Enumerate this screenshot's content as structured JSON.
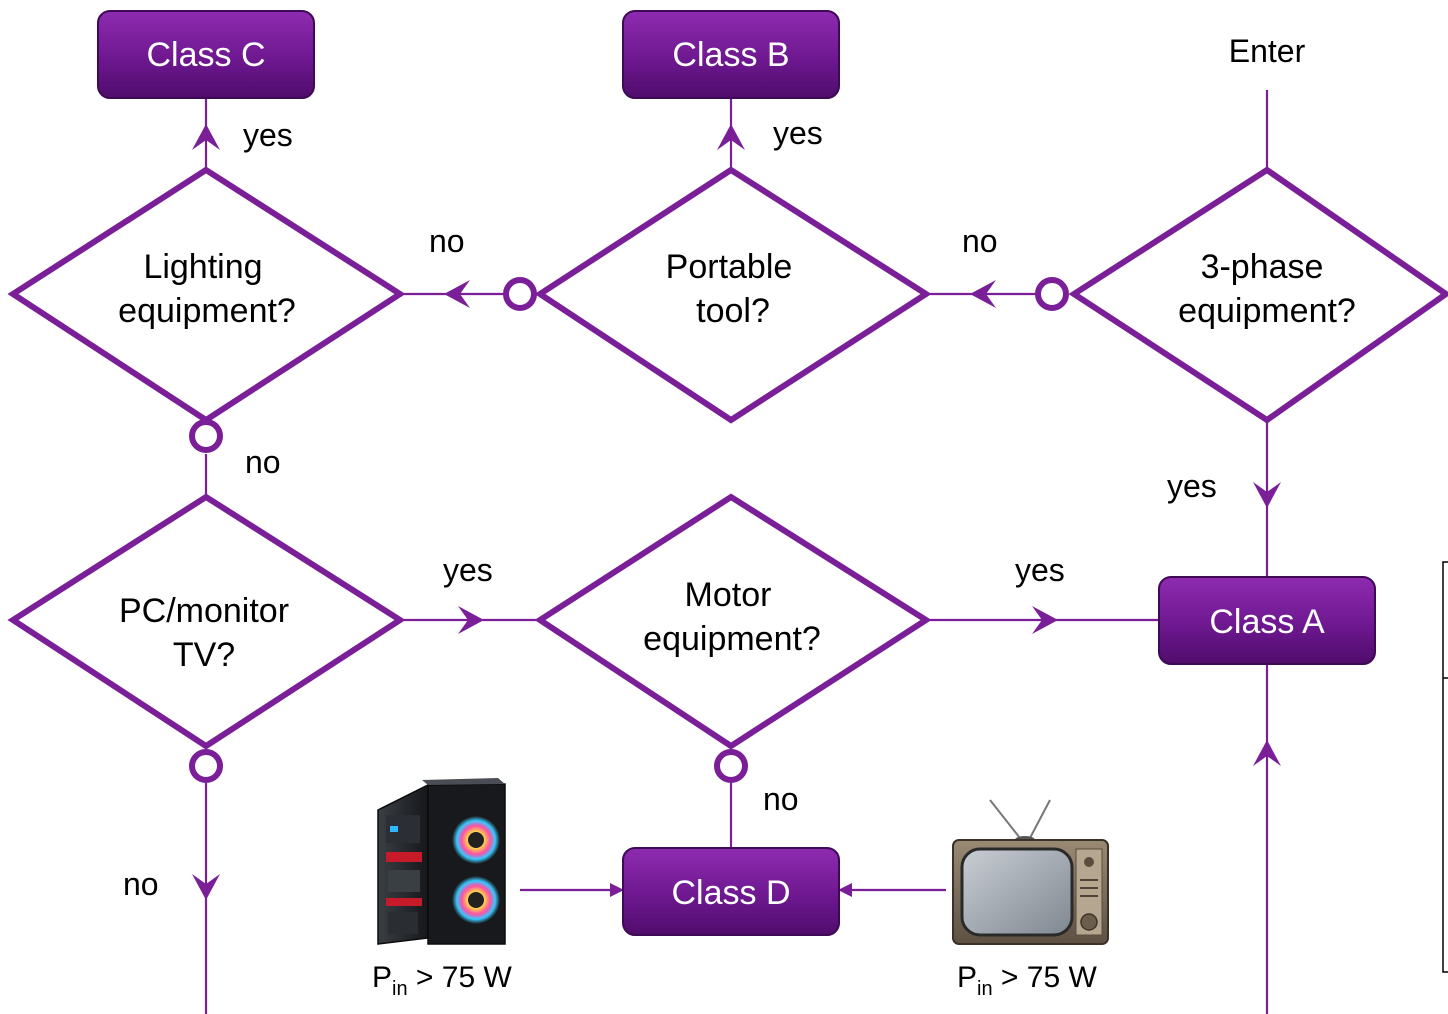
{
  "colors": {
    "accent": "#6a1a8a",
    "box": "#7a1f98",
    "box_dark": "#4d0f67",
    "line": "#7a1f98"
  },
  "start": {
    "label": "Enter"
  },
  "classes": {
    "a": "Class A",
    "b": "Class B",
    "c": "Class C",
    "d": "Class D"
  },
  "decisions": {
    "three_phase": [
      "3-phase",
      "equipment?"
    ],
    "portable": [
      "Portable",
      "tool?"
    ],
    "lighting": [
      "Lighting",
      "equipment?"
    ],
    "pc_tv": [
      "PC/monitor",
      "TV?"
    ],
    "motor": [
      "Motor",
      "equipment?"
    ]
  },
  "edge_labels": {
    "lighting_yes": "yes",
    "portable_yes": "yes",
    "three_phase_no": "no",
    "portable_no": "no",
    "lighting_no": "no",
    "three_phase_yes": "yes",
    "pc_yes": "yes",
    "motor_yes": "yes",
    "motor_no": "no",
    "pc_no": "no"
  },
  "pictures": {
    "pc": {
      "name": "desktop-pc-image",
      "power_main": "P",
      "power_sub": "in",
      "power_rest": " > 75 W"
    },
    "tv": {
      "name": "television-image",
      "power_main": "P",
      "power_sub": "in",
      "power_rest": " > 75 W"
    }
  }
}
